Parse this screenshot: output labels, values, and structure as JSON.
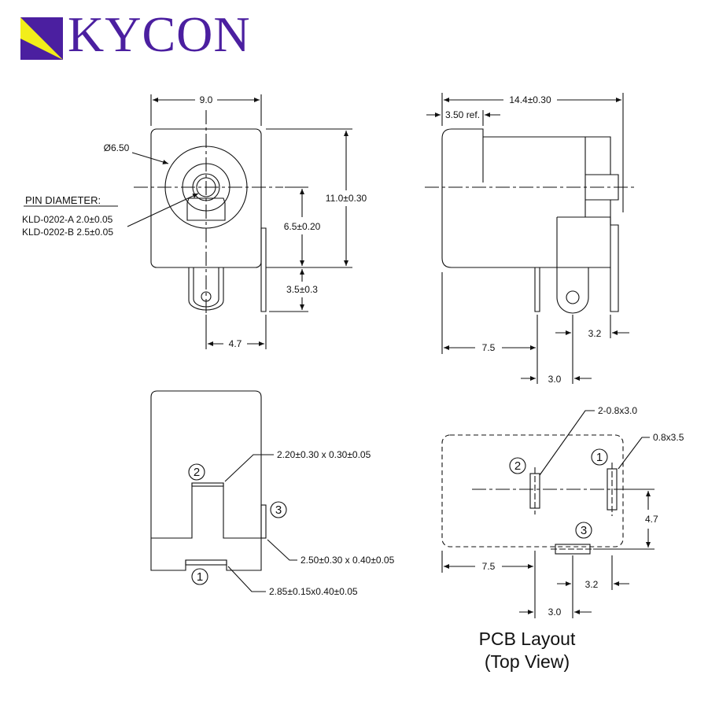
{
  "brand": {
    "name": "KYCON",
    "color": "#4b1fa0",
    "accent": "#f2ee1a"
  },
  "front_view": {
    "width_dim": "9.0",
    "hole_dia": "Ø6.50",
    "pin_heading": "PIN DIAMETER:",
    "pin_a": "KLD-0202-A 2.0±0.05",
    "pin_b": "KLD-0202-B 2.5±0.05",
    "height_dim": "11.0±0.30",
    "center_dim": "6.5±0.20",
    "pin_len_dim": "3.5±0.3",
    "pin_offset_dim": "4.7"
  },
  "side_view": {
    "length_dim": "14.4±0.30",
    "ref_dim": "3.50 ref.",
    "pin1_dim": "7.5",
    "pin_gap_dim": "3.0",
    "pin_end_dim": "3.2"
  },
  "bottom_view": {
    "circle_2": "2",
    "circle_3": "3",
    "circle_1": "1",
    "pin2_size": "2.20±0.30 x 0.30±0.05",
    "pin3_size": "2.50±0.30 x 0.40±0.05",
    "pin1_size": "2.85±0.15x0.40±0.05"
  },
  "pcb_layout": {
    "slot_2": "2-0.8x3.0",
    "slot_1": "0.8x3.5",
    "circle_2": "2",
    "circle_1": "1",
    "circle_3": "3",
    "dim_47": "4.7",
    "dim_75": "7.5",
    "dim_32": "3.2",
    "dim_30": "3.0",
    "title": "PCB Layout",
    "subtitle": "(Top View)"
  }
}
